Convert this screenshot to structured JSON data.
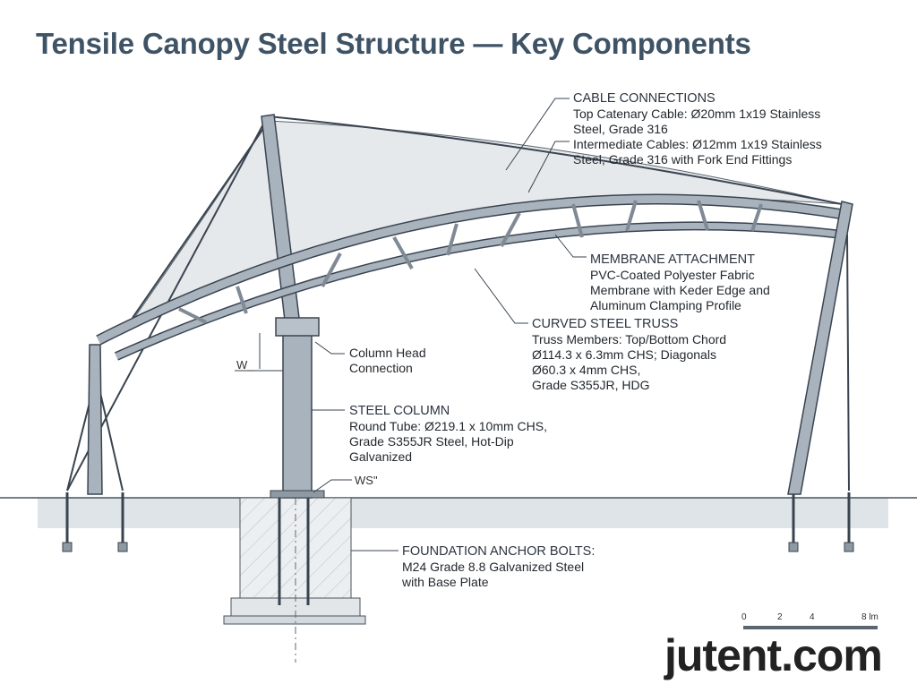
{
  "title": "Tensile Canopy Steel Structure — Key Components",
  "labels": {
    "cable": {
      "heading": "CABLE CONNECTIONS",
      "line1": "Top Catenary Cable: Ø20mm 1x19 Stainless",
      "line2": "Steel, Grade 316",
      "line3": "Intermediate Cables: Ø12mm 1x19 Stainless",
      "line4": "Steel, Grade 316 with Fork End Fittings"
    },
    "membrane": {
      "heading": "MEMBRANE ATTACHMENT",
      "line1": "PVC-Coated Polyester Fabric",
      "line2": "Membrane with Keder Edge and",
      "line3": "Aluminum Clamping Profile"
    },
    "truss": {
      "heading": "CURVED STEEL TRUSS",
      "line1": "Truss Members: Top/Bottom Chord",
      "line2": "Ø114.3 x 6.3mm CHS; Diagonals",
      "line3": "Ø60.3 x 4mm CHS,",
      "line4": "Grade S355JR, HDG"
    },
    "column_head": {
      "line1": "Column Head",
      "line2": "Connection"
    },
    "column": {
      "heading": "STEEL COLUMN",
      "line1": "Round Tube: Ø219.1 x 10mm CHS,",
      "line2": "Grade S355JR Steel, Hot-Dip",
      "line3": "Galvanized"
    },
    "foundation": {
      "heading": "FOUNDATION ANCHOR BOLTS:",
      "line1": "M24 Grade 8.8 Galvanized Steel",
      "line2": "with Base Plate"
    }
  },
  "dimensions": {
    "w": "W_",
    "ws": "WS\""
  },
  "scale_bar": {
    "t0": "0",
    "t1": "2",
    "t2": "4",
    "t3": "8 lm"
  },
  "watermark": "jutent.com",
  "colors": {
    "title": "#3f5366",
    "steel": "#a9b3bd",
    "outline": "#3a4450",
    "membrane": "#e6e9ec",
    "ground": "#dfe4e8"
  }
}
